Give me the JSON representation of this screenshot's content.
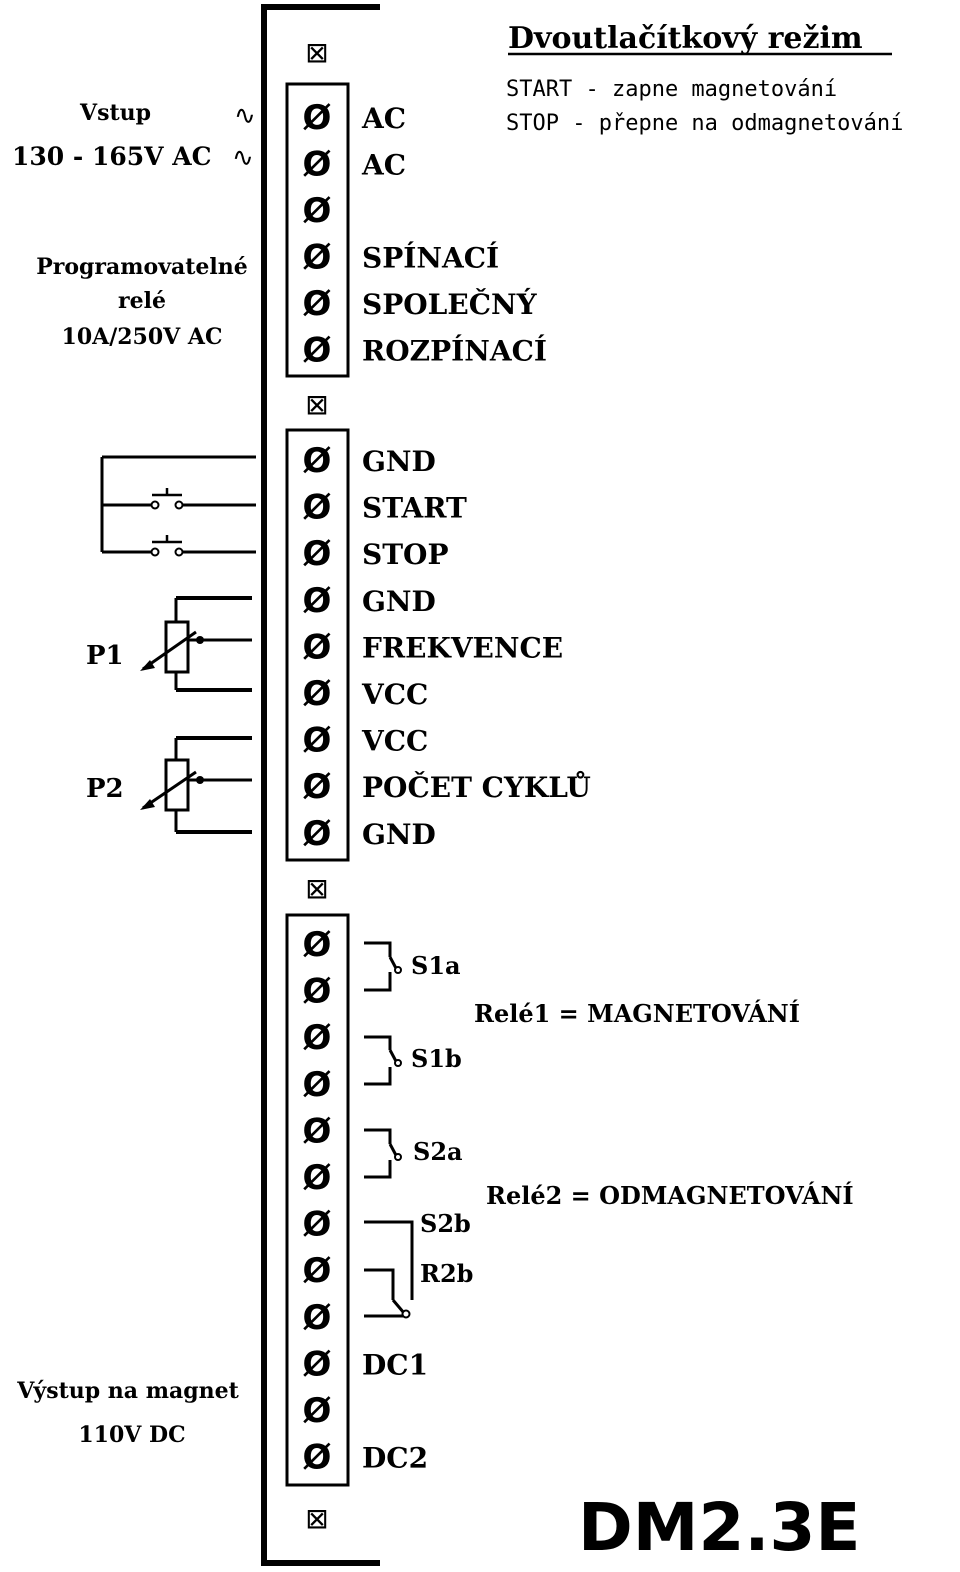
{
  "heading": {
    "title": "Dvoutlačítkový režim",
    "line1": "START - zapne magnetování",
    "line2": "STOP - přepne na odmagnetování"
  },
  "model": "DM2.3E",
  "left_labels": {
    "input_title": "Vstup",
    "input_voltage": "130 - 165V AC",
    "relay_line1": "Programovatelné",
    "relay_line2": "relé",
    "relay_line3": "10A/250V AC",
    "p1": "P1",
    "p2": "P2",
    "output_line1": "Výstup na magnet",
    "output_line2": "110V DC"
  },
  "icons": {
    "ac_symbol": "∿",
    "screw": "Ø",
    "mount_hole": "⊠"
  },
  "terminals": {
    "block1": [
      "AC",
      "AC",
      "",
      "SPÍNACÍ",
      "SPOLEČNÝ",
      "ROZPÍNACÍ"
    ],
    "block2": [
      "GND",
      "START",
      "STOP",
      "GND",
      "FREKVENCE",
      "VCC",
      "VCC",
      "POČET CYKLŮ",
      "GND"
    ],
    "block3": [
      "",
      "",
      "",
      "",
      "",
      "",
      "",
      "",
      "",
      "DC1",
      "",
      "DC2"
    ]
  },
  "contacts": {
    "s1a": "S1a",
    "s1b": "S1b",
    "s2a": "S2a",
    "s2b": "S2b",
    "r2b": "R2b"
  },
  "relay_notes": {
    "relay1": "Relé1 = MAGNETOVÁNÍ",
    "relay2": "Relé2 = ODMAGNETOVÁNÍ"
  }
}
